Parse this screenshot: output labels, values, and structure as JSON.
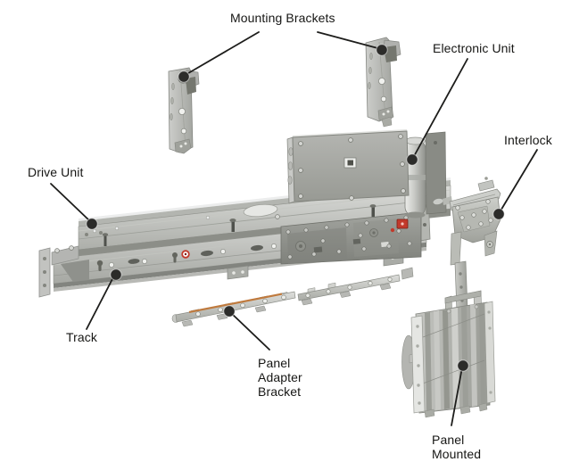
{
  "figure": {
    "background_color": "#ffffff",
    "callout": {
      "line_color": "#1d1d1b",
      "dot_color": "#2c2c2a"
    },
    "accents": {
      "red_component": "#c2392b",
      "copper_strip": "#bf7a3e"
    },
    "metal_palette": {
      "highlight": "#eceded",
      "light": "#d6d7d4",
      "mid": "#aeb0ab",
      "dark": "#8a8c86",
      "shadow": "#63655f"
    }
  },
  "callouts": {
    "mounting_brackets": {
      "label": "Mounting Brackets"
    },
    "electronic_unit": {
      "label": "Electronic Unit"
    },
    "interlock": {
      "label": "Interlock"
    },
    "drive_unit": {
      "label": "Drive Unit"
    },
    "track": {
      "label": "Track"
    },
    "panel_adapter_bracket": {
      "label": "Panel\nAdapter\nBracket"
    },
    "panel_mounted": {
      "label": "Panel\nMounted"
    }
  }
}
